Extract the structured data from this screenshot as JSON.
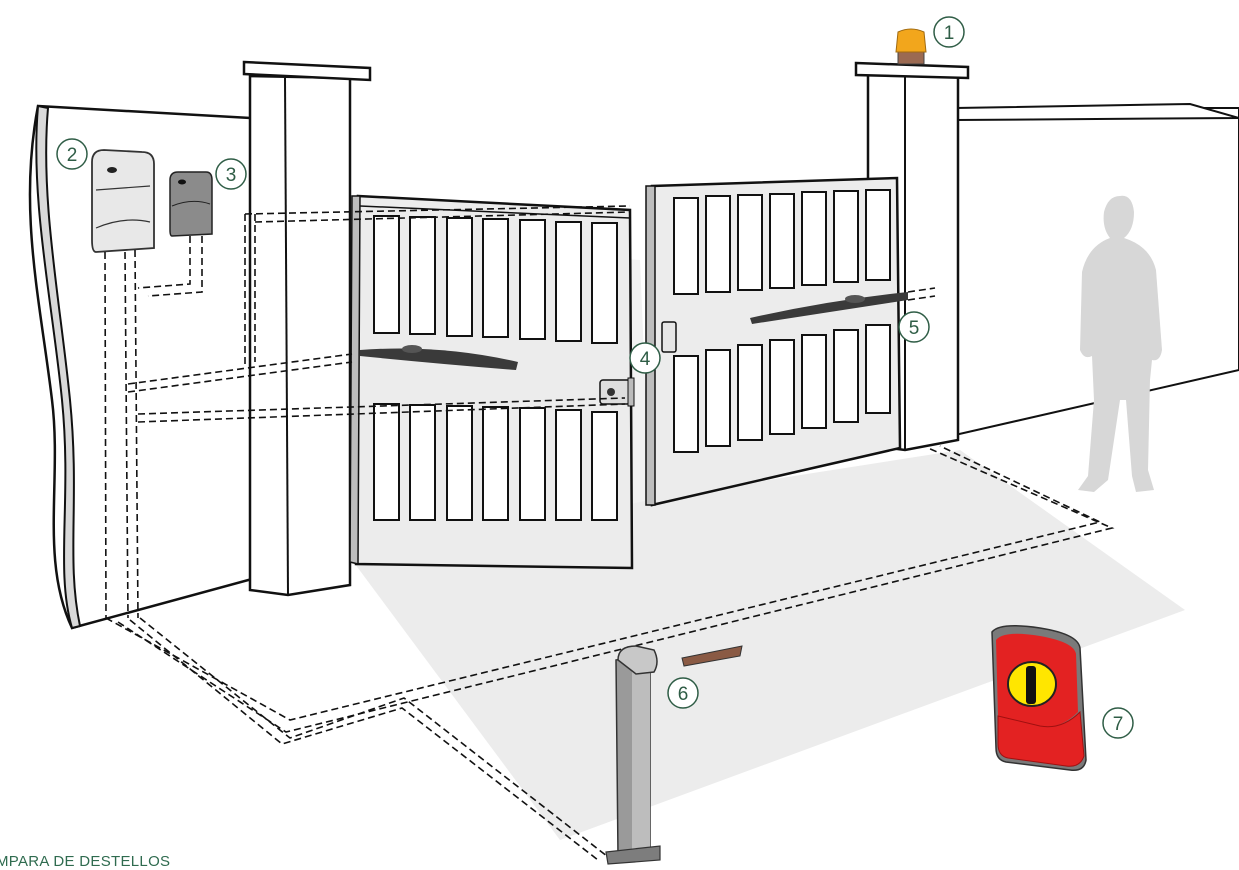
{
  "scene": {
    "callouts": [
      {
        "id": "flashing-lamp",
        "label": "1"
      },
      {
        "id": "control-unit",
        "label": "2"
      },
      {
        "id": "receiver-box",
        "label": "3"
      },
      {
        "id": "electric-lock",
        "label": "4"
      },
      {
        "id": "swing-operator",
        "label": "5"
      },
      {
        "id": "photocell-column",
        "label": "6"
      },
      {
        "id": "key-selector",
        "label": "7"
      }
    ],
    "caption": "MPARA DE DESTELLOS"
  },
  "colors": {
    "accent": "#2f5d46",
    "lamp": "#f2a61c",
    "selector": "#e32222",
    "selector_window": "#ffe600",
    "ground": "#ececec"
  }
}
